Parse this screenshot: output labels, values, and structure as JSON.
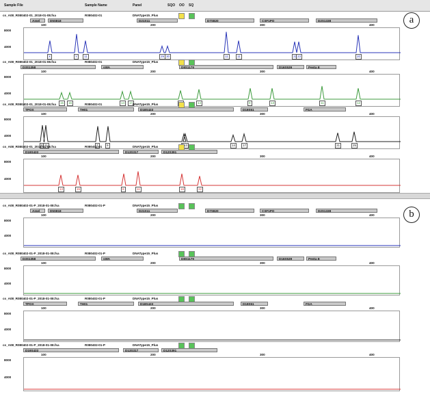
{
  "header": {
    "sample_file": "Sample File",
    "sample_name": "Sample Name",
    "panel": "Panel",
    "sqo": "SQO",
    "oo": "OO",
    "so": "SQ"
  },
  "panel_labels": {
    "a": "a",
    "b": "b"
  },
  "colors": {
    "blue": "#2a36b8",
    "green": "#3d9b3d",
    "black": "#222222",
    "red": "#d53535",
    "yellow": "#f2e04a",
    "greensq": "#59c35a"
  },
  "ticks": {
    "t100": "100",
    "t200": "200",
    "t300": "300",
    "t400": "400"
  },
  "ylabels": {
    "top": "8000",
    "mid": "4000"
  },
  "panel_a": [
    {
      "file": "cs_A08_R080402-01_2018-01-08.fsa",
      "name": "R080402-01",
      "panel": "DNAType15_Plus",
      "markers": [
        "Amel",
        "D5S818",
        "D21S11",
        "D7S820",
        "CSF1PO",
        "D2S1338"
      ],
      "color": "blue",
      "alleles": [
        "X",
        "Y",
        "11",
        "29",
        "30",
        "11",
        "11",
        "22",
        "23",
        "20"
      ]
    },
    {
      "file": "cs_A08_R080402-01_2018-01-08.fsa",
      "name": "R080402-01",
      "panel": "DNAType15_Plus",
      "markers": [
        "D3S1358",
        "vWA",
        "D8S1179",
        "D16S539",
        "Penta E"
      ],
      "color": "green",
      "alleles": [
        "15",
        "16",
        "14",
        "17",
        "13",
        "14",
        "9",
        "13",
        "11",
        "12"
      ]
    },
    {
      "file": "cs_A08_R080402-01_2018-01-08.fsa",
      "name": "R080402-01",
      "panel": "DNAType15_Plus",
      "markers": [
        "TPOX",
        "TH01",
        "D18S433",
        "D19S51",
        "FGA"
      ],
      "color": "black",
      "alleles": [
        "8",
        "11",
        "7",
        "9",
        "12",
        "13",
        "14",
        "17",
        "21",
        "25"
      ]
    },
    {
      "file": "cs_A08_R080402-01_2018-01-08.fsa",
      "name": "R080402-01",
      "panel": "DNAType15_Plus",
      "markers": [
        "D19S433",
        "D13S317",
        "D12S391"
      ],
      "color": "red",
      "alleles": [
        "13",
        "15",
        "8",
        "11",
        "18",
        "22"
      ]
    }
  ],
  "panel_b": [
    {
      "file": "cs_A08_R080402-01-P_2018-01-08.fsa",
      "name": "R080402-01-P",
      "panel": "DNAType15_Plus",
      "markers": [
        "Amel",
        "D5S818",
        "D21S11",
        "D7S820",
        "CSF1PO",
        "D2S1338"
      ],
      "color": "blue"
    },
    {
      "file": "cs_A08_R080402-01-P_2018-01-08.fsa",
      "name": "R080402-01-P",
      "panel": "DNAType15_Plus",
      "markers": [
        "D3S1358",
        "vWA",
        "D8S1179",
        "D16S539",
        "Penta E"
      ],
      "color": "green"
    },
    {
      "file": "cs_A08_R080402-01-P_2018-01-08.fsa",
      "name": "R080402-01-P",
      "panel": "DNAType15_Plus",
      "markers": [
        "TPOX",
        "TH01",
        "D18S433",
        "D19S51",
        "FGA"
      ],
      "color": "black"
    },
    {
      "file": "cs_A08_R080402-01-P_2018-01-08.fsa",
      "name": "R080402-01-P",
      "panel": "DNAType15_Plus",
      "markers": [
        "D19S433",
        "D13S317",
        "D12S391"
      ],
      "color": "red"
    }
  ]
}
